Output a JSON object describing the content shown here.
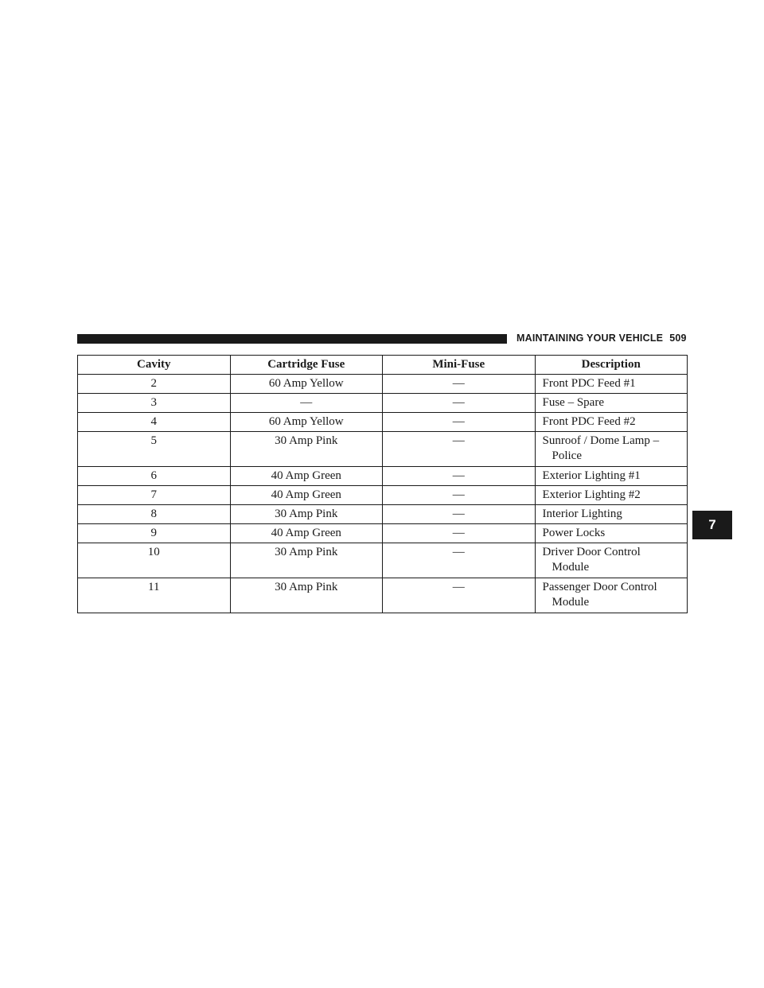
{
  "header": {
    "title": "MAINTAINING YOUR VEHICLE",
    "page_number": "509"
  },
  "chapter_tab": "7",
  "table": {
    "columns": [
      "Cavity",
      "Cartridge Fuse",
      "Mini-Fuse",
      "Description"
    ],
    "rows": [
      {
        "cavity": "2",
        "cartridge": "60 Amp Yellow",
        "mini": "—",
        "desc": [
          "Front PDC Feed #1"
        ]
      },
      {
        "cavity": "3",
        "cartridge": "—",
        "mini": "—",
        "desc": [
          "Fuse – Spare"
        ]
      },
      {
        "cavity": "4",
        "cartridge": "60 Amp Yellow",
        "mini": "—",
        "desc": [
          "Front PDC Feed #2"
        ]
      },
      {
        "cavity": "5",
        "cartridge": "30 Amp Pink",
        "mini": "—",
        "desc": [
          "Sunroof / Dome Lamp –",
          "Police"
        ]
      },
      {
        "cavity": "6",
        "cartridge": "40 Amp Green",
        "mini": "—",
        "desc": [
          "Exterior Lighting #1"
        ]
      },
      {
        "cavity": "7",
        "cartridge": "40 Amp Green",
        "mini": "—",
        "desc": [
          "Exterior Lighting #2"
        ]
      },
      {
        "cavity": "8",
        "cartridge": "30 Amp Pink",
        "mini": "—",
        "desc": [
          "Interior Lighting"
        ]
      },
      {
        "cavity": "9",
        "cartridge": "40 Amp Green",
        "mini": "—",
        "desc": [
          "Power Locks"
        ]
      },
      {
        "cavity": "10",
        "cartridge": "30 Amp Pink",
        "mini": "—",
        "desc": [
          "Driver Door Control",
          "Module"
        ]
      },
      {
        "cavity": "11",
        "cartridge": "30 Amp Pink",
        "mini": "—",
        "desc": [
          "Passenger Door Control",
          "Module"
        ]
      }
    ]
  }
}
